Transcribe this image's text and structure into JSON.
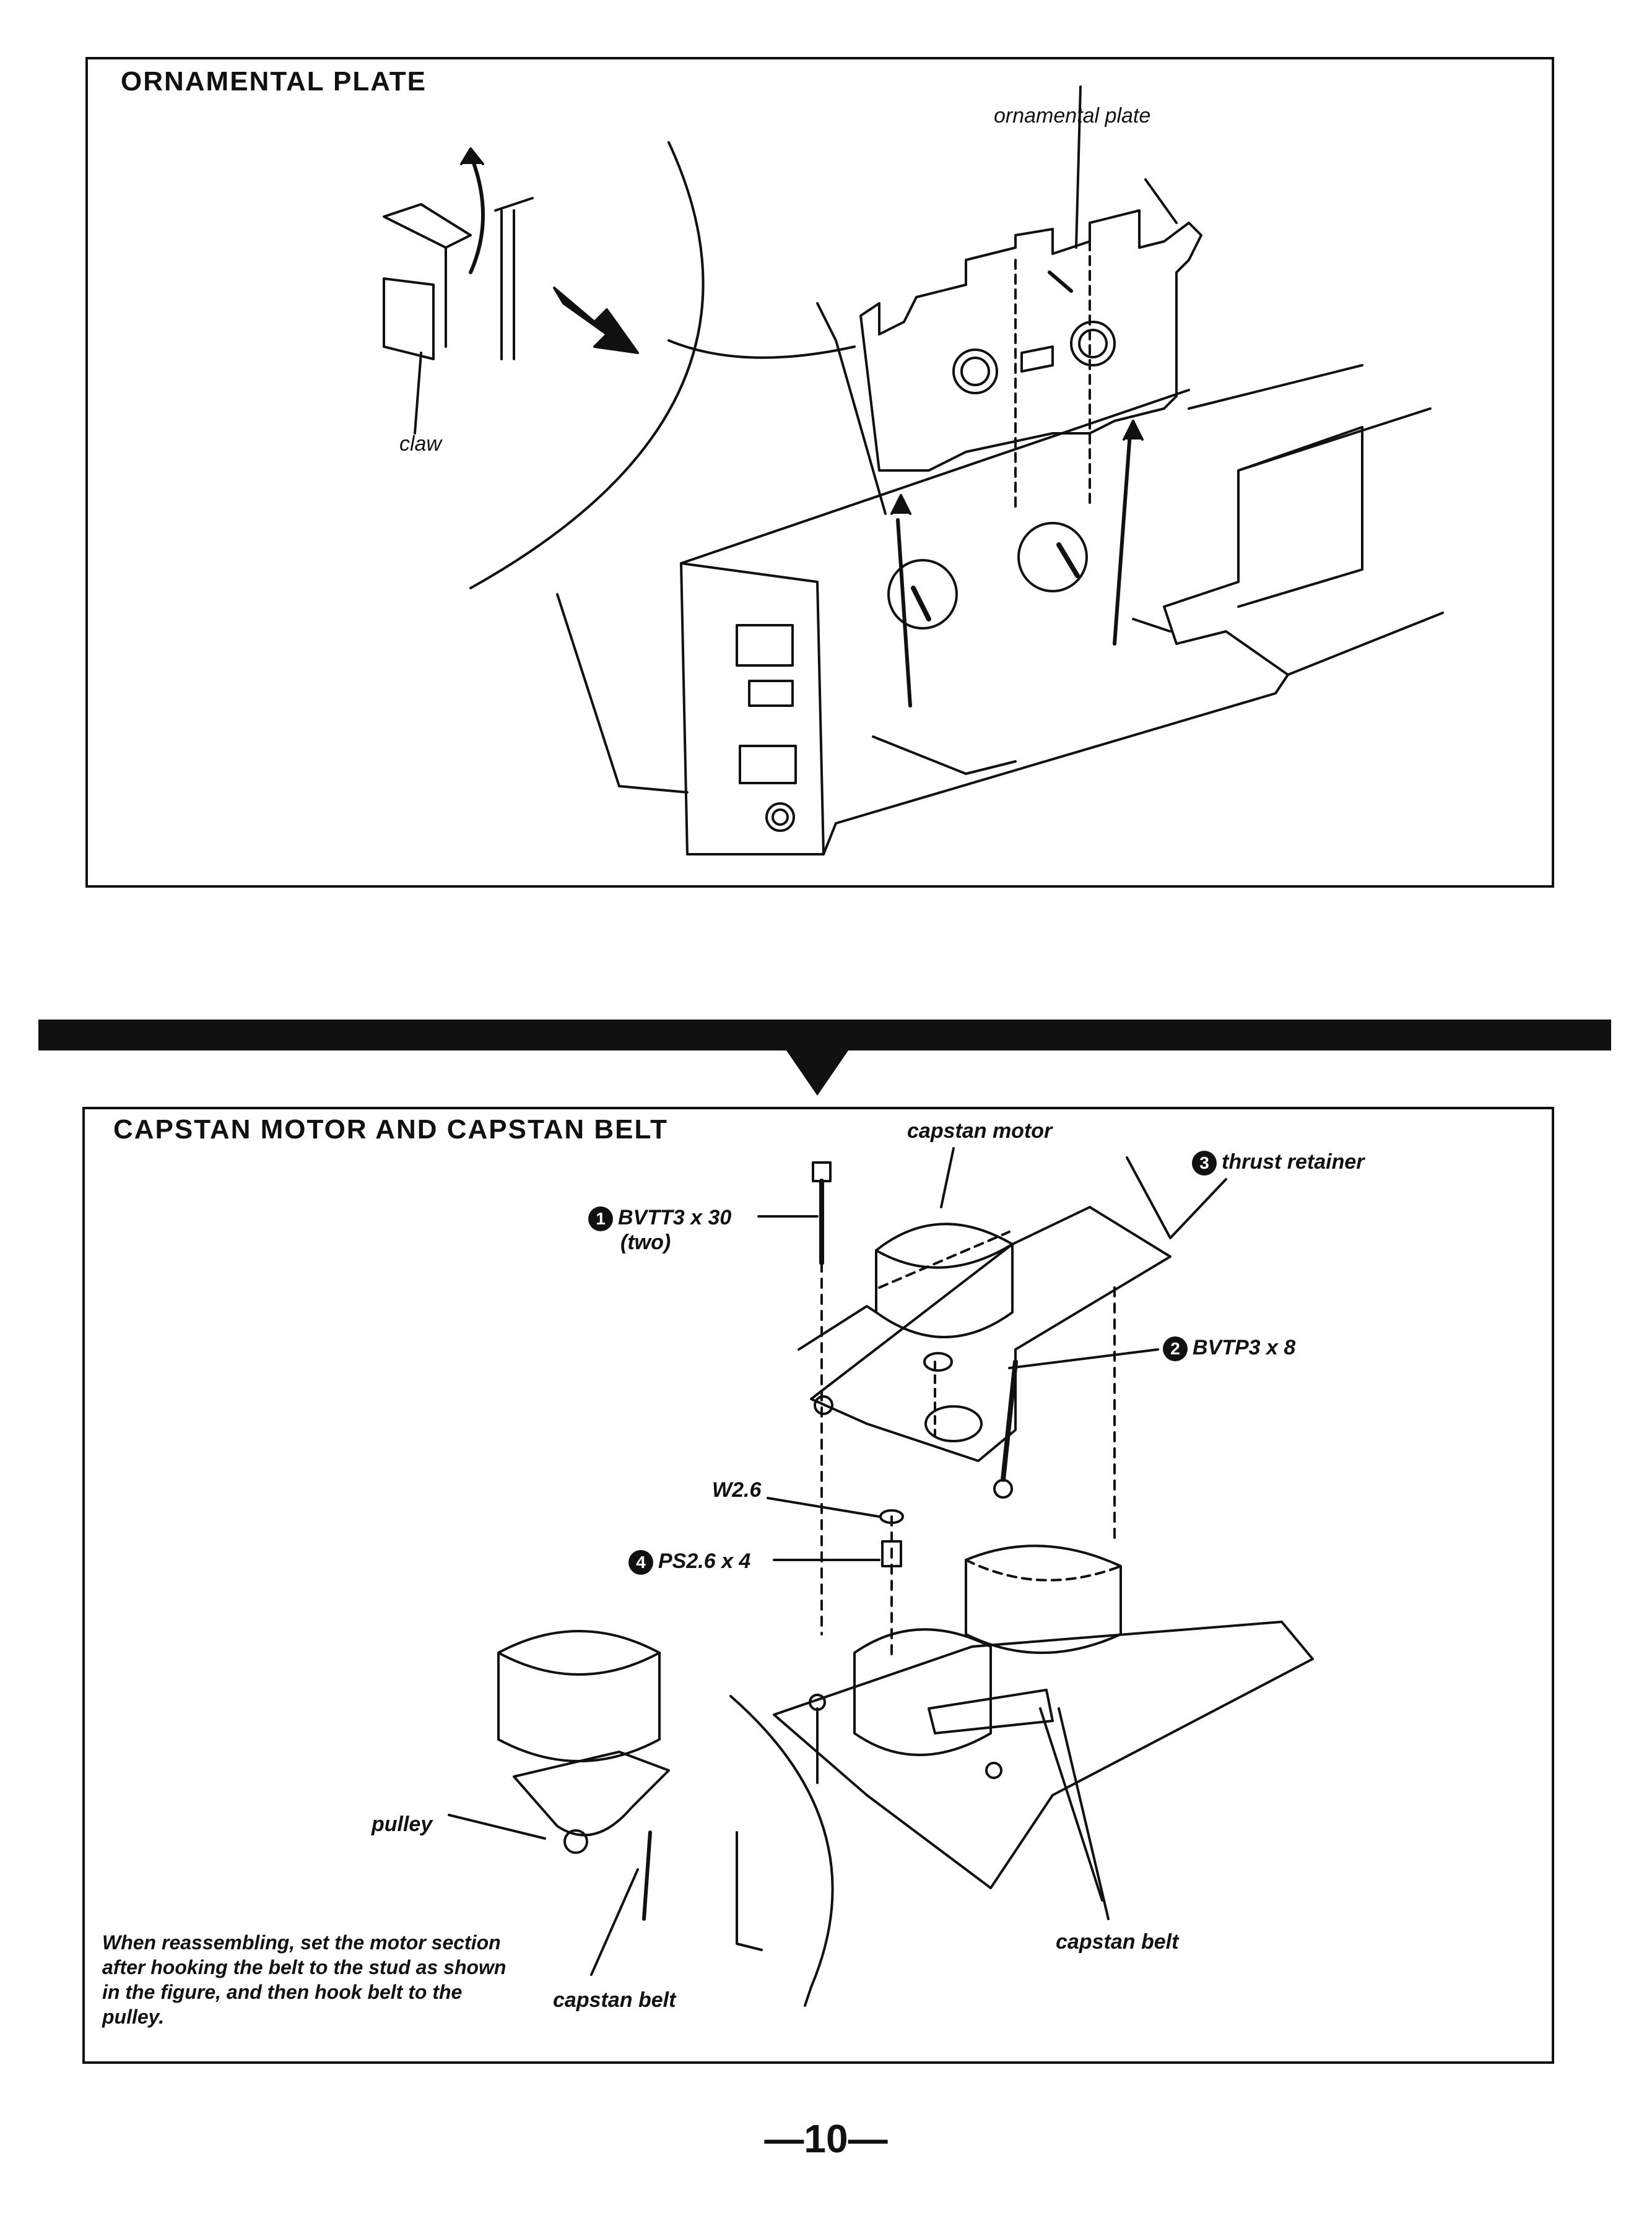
{
  "sections": [
    {
      "title": "ORNAMENTAL PLATE",
      "labels": {
        "ornamental_plate": "ornamental plate",
        "claw": "claw"
      }
    },
    {
      "title": "CAPSTAN MOTOR AND CAPSTAN BELT",
      "labels": {
        "capstan_motor": "capstan motor",
        "thrust_retainer": "thrust retainer",
        "thrust_retainer_num": "3",
        "screw1_num": "1",
        "screw1": "BVTT3 x 30",
        "screw1_qty": "(two)",
        "screw2_num": "2",
        "screw2": "BVTP3 x 8",
        "washer": "W2.6",
        "screw4_num": "4",
        "screw4": "PS2.6 x 4",
        "pulley": "pulley",
        "capstan_belt_left": "capstan belt",
        "capstan_belt_right": "capstan belt"
      },
      "note": "When reassembling, set the motor section after hooking the belt to the stud as shown in the figure, and then hook belt to the pulley."
    }
  ],
  "page_number": "—10—"
}
